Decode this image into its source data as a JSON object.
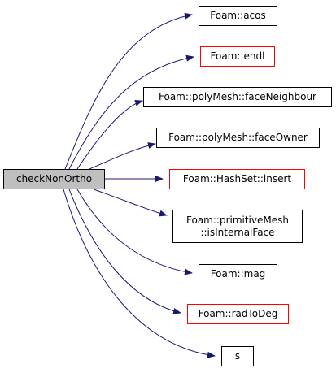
{
  "graph": {
    "root": {
      "label": "checkNonOrtho"
    },
    "callees": [
      {
        "label": "Foam::acos",
        "border_color": "#000000"
      },
      {
        "label": "Foam::endl",
        "border_color": "#ff0000"
      },
      {
        "label": "Foam::polyMesh::faceNeighbour",
        "border_color": "#000000"
      },
      {
        "label": "Foam::polyMesh::faceOwner",
        "border_color": "#000000"
      },
      {
        "label": "Foam::HashSet::insert",
        "border_color": "#ff0000"
      },
      {
        "label_line1": "Foam::primitiveMesh",
        "label_line2": "::isInternalFace",
        "border_color": "#000000"
      },
      {
        "label": "Foam::mag",
        "border_color": "#000000"
      },
      {
        "label": "Foam::radToDeg",
        "border_color": "#ff0000"
      },
      {
        "label": "s",
        "border_color": "#000000"
      }
    ],
    "edge_color": "#191970",
    "root_fill": "#bfbfbf"
  }
}
